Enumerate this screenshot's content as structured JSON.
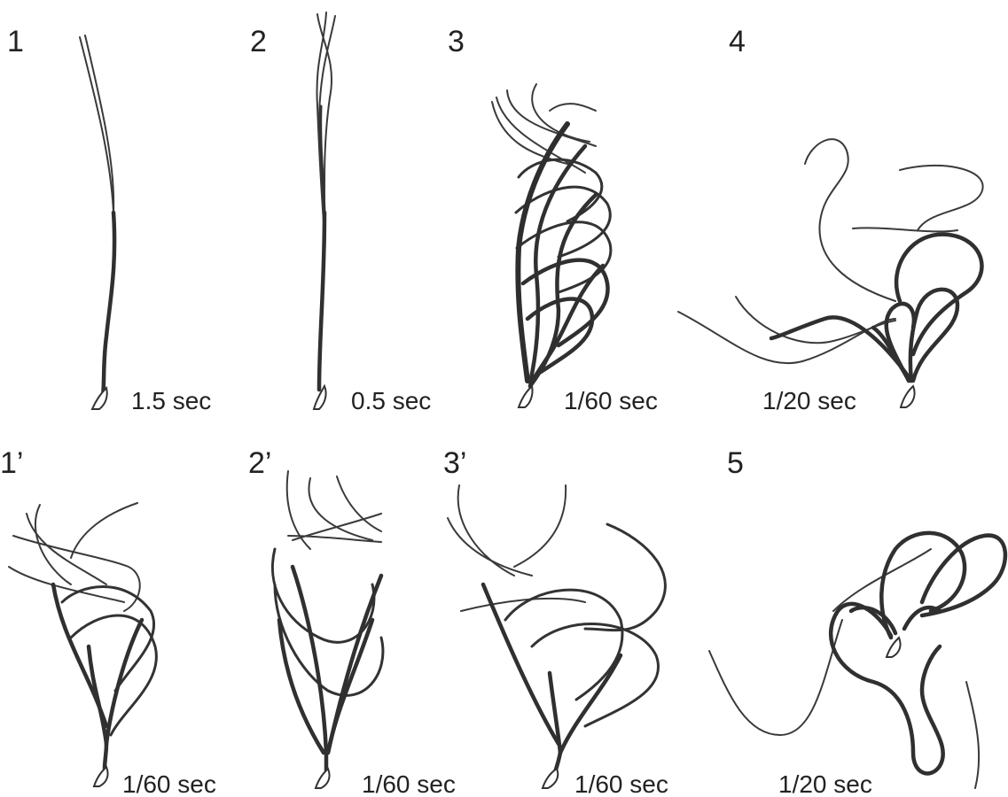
{
  "panels": [
    {
      "id": "p1",
      "number": "1",
      "time": "1.5 sec"
    },
    {
      "id": "p2",
      "number": "2",
      "time": "0.5 sec"
    },
    {
      "id": "p3",
      "number": "3",
      "time": "1/60 sec"
    },
    {
      "id": "p4",
      "number": "4",
      "time": "1/20 sec"
    },
    {
      "id": "p1b",
      "number": "1’",
      "time": "1/60 sec"
    },
    {
      "id": "p2b",
      "number": "2’",
      "time": "1/60 sec"
    },
    {
      "id": "p3b",
      "number": "3’",
      "time": "1/60 sec"
    },
    {
      "id": "p5",
      "number": "5",
      "time": "1/20 sec"
    }
  ],
  "colors": {
    "background": "#ffffff",
    "ink": "#333333"
  }
}
